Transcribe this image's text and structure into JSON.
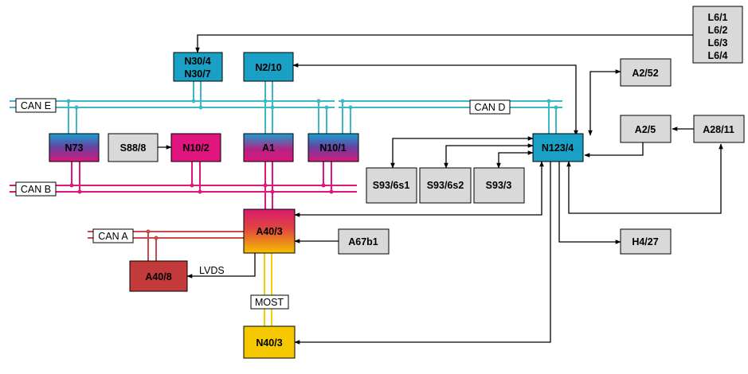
{
  "colors": {
    "can_e": "#3db8c8",
    "can_b": "#e0157d",
    "can_a": "#c8484b",
    "most": "#f5d000",
    "teal": "#1aa0c4",
    "magenta": "#e0157d",
    "purple": "#4a47a8",
    "red": "#c23a3a",
    "yellow": "#f5c800",
    "grey": "#d9d9d9"
  },
  "bus_labels": {
    "can_e": "CAN E",
    "can_d": "CAN D",
    "can_b": "CAN B",
    "can_a": "CAN A",
    "lvds": "LVDS",
    "most": "MOST"
  },
  "modules": {
    "l6": [
      "L6/1",
      "L6/2",
      "L6/3",
      "L6/4"
    ],
    "n30": [
      "N30/4",
      "N30/7"
    ],
    "n2_10": "N2/10",
    "n73": "N73",
    "s88_8": "S88/8",
    "n10_2": "N10/2",
    "a1": "A1",
    "n10_1": "N10/1",
    "n123_4": "N123/4",
    "a2_52": "A2/52",
    "a2_5": "A2/5",
    "a28_11": "A28/11",
    "s93_6s1": "S93/6s1",
    "s93_6s2": "S93/6s2",
    "s93_3": "S93/3",
    "a40_3": "A40/3",
    "a67b1": "A67b1",
    "a40_8": "A40/8",
    "h4_27": "H4/27",
    "n40_3": "N40/3"
  }
}
